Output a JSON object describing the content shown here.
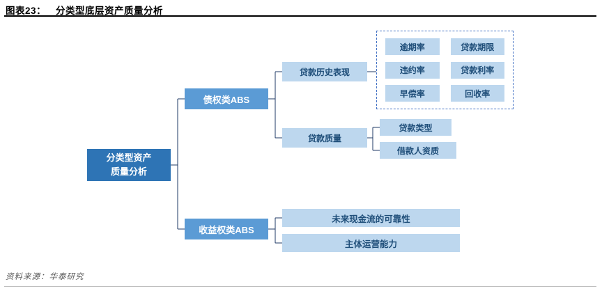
{
  "header": {
    "label": "图表23：",
    "title": "分类型底层资产质量分析"
  },
  "diagram": {
    "root": {
      "line1": "分类型资产",
      "line2": "质量分析"
    },
    "debt_abs": "债权类ABS",
    "revenue_abs": "收益权类ABS",
    "loan_history": "贷款历史表现",
    "loan_quality": "贷款质量",
    "metrics": [
      "逾期率",
      "贷款期限",
      "违约率",
      "贷款利率",
      "早偿率",
      "回收率"
    ],
    "loan_type": "贷款类型",
    "borrower_quality": "借款人资质",
    "future_cashflow": "未来现金流的可靠性",
    "entity_operation": "主体运营能力"
  },
  "footer": {
    "source": "资料来源：华泰研究"
  },
  "colors": {
    "root_bg": "#2E74B5",
    "branch_bg": "#5B9BD5",
    "leaf_bg": "#BDD7EE",
    "leaf_text": "#1F4E79",
    "connector": "#1F3864",
    "dashed_border": "#4472C4"
  }
}
